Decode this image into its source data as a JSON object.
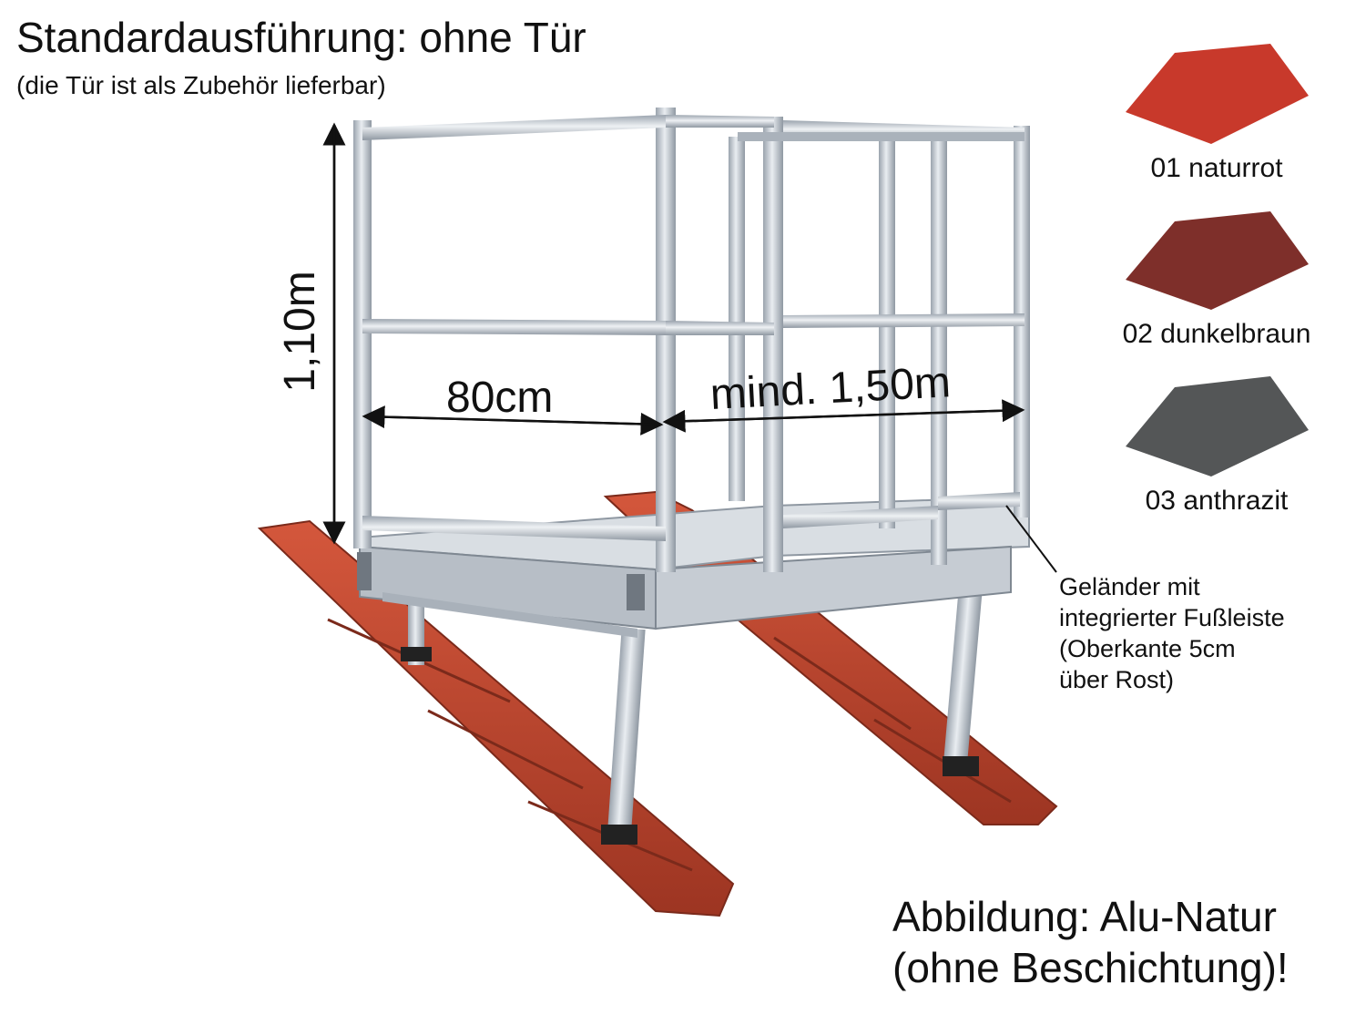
{
  "title": "Standardausführung: ohne Tür",
  "subtitle": "(die Tür ist als Zubehör lieferbar)",
  "dimensions": {
    "height": "1,10m",
    "depth": "80cm",
    "width": "mind. 1,50m"
  },
  "railing_note": {
    "line1": "Geländer mit",
    "line2": "integrierter Fußleiste",
    "line3": "(Oberkante 5cm",
    "line4": "über Rost)"
  },
  "caption": {
    "line1": "Abbildung: Alu-Natur",
    "line2": "(ohne Beschichtung)!"
  },
  "color_options": [
    {
      "label": "01 naturrot",
      "color": "#c8392b"
    },
    {
      "label": "02 dunkelbraun",
      "color": "#7e2f2a"
    },
    {
      "label": "03 anthrazit",
      "color": "#545657"
    }
  ],
  "colors": {
    "aluminium": "#c9cfd6",
    "roof_tile": "#b8442e",
    "text": "#111111"
  }
}
